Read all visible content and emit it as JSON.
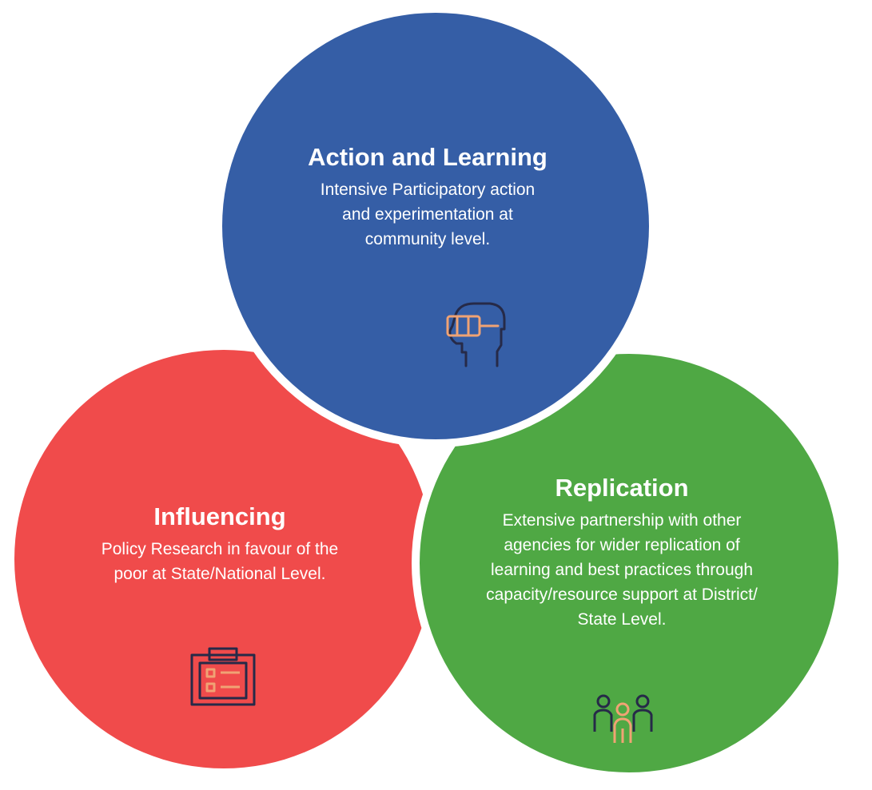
{
  "colors": {
    "action_circle": "#355EA6",
    "influencing_circle": "#F04B4B",
    "replication_circle": "#4FA844",
    "icon_dark": "#262A48",
    "icon_accent": "#F0A374",
    "text": "#FFFFFF"
  },
  "action": {
    "title": "Action and Learning",
    "lines": [
      "Intensive Participatory action",
      "and experimentation at",
      "community level."
    ],
    "icon": "vr-headset-head-icon"
  },
  "influencing": {
    "title": "Influencing",
    "lines": [
      "Policy Research in favour of the",
      "poor at State/National Level."
    ],
    "icon": "clipboard-checklist-icon"
  },
  "replication": {
    "title": "Replication",
    "lines": [
      "Extensive partnership with other",
      "agencies for wider replication of",
      "learning and best practices through",
      "capacity/resource support at District/",
      "State Level."
    ],
    "icon": "people-group-icon"
  }
}
